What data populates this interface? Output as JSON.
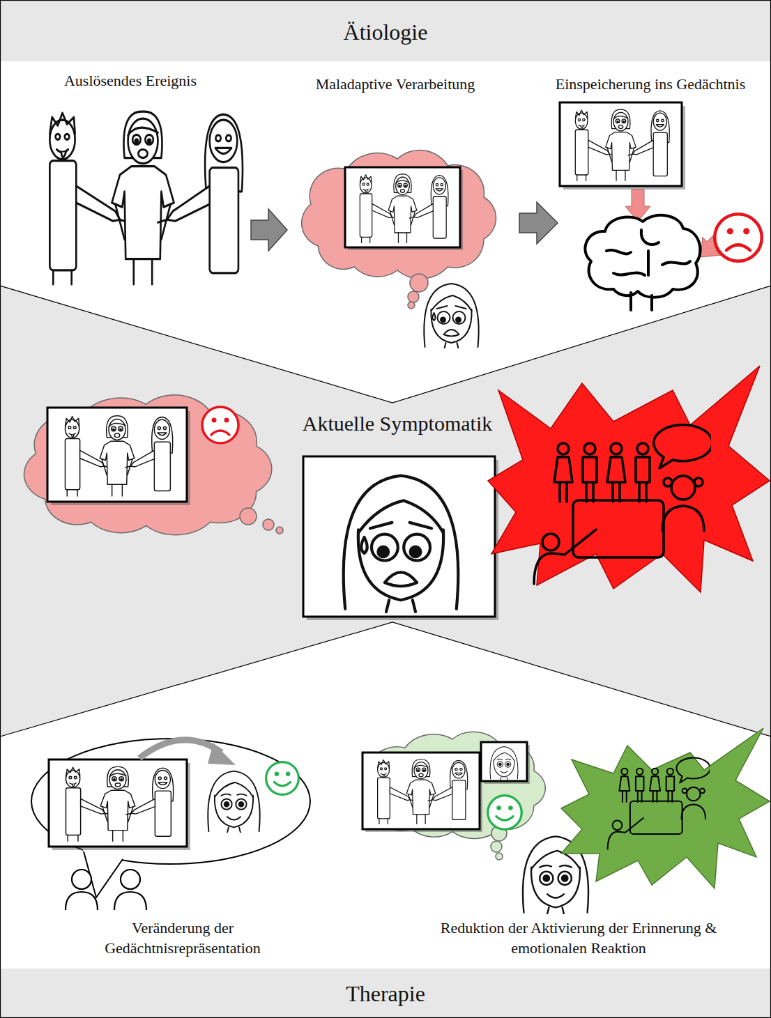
{
  "diagram": {
    "nodes": [
      {
        "text": [
          "Ätiologie"
        ]
      },
      {
        "text": [
          "Aktuelle Symptomatik"
        ]
      },
      {
        "text": [
          "Therapie"
        ]
      }
    ],
    "labels": [
      "Auslösendes Ereignis",
      "Maladaptive Verarbeitung",
      "Einspeicherung ins Gedächtnis",
      "Veränderung der Gedächtnisrepräsentation",
      "Reduktion der Aktivierung der Erinnerung & emotionalen Reaktion"
    ]
  }
}
